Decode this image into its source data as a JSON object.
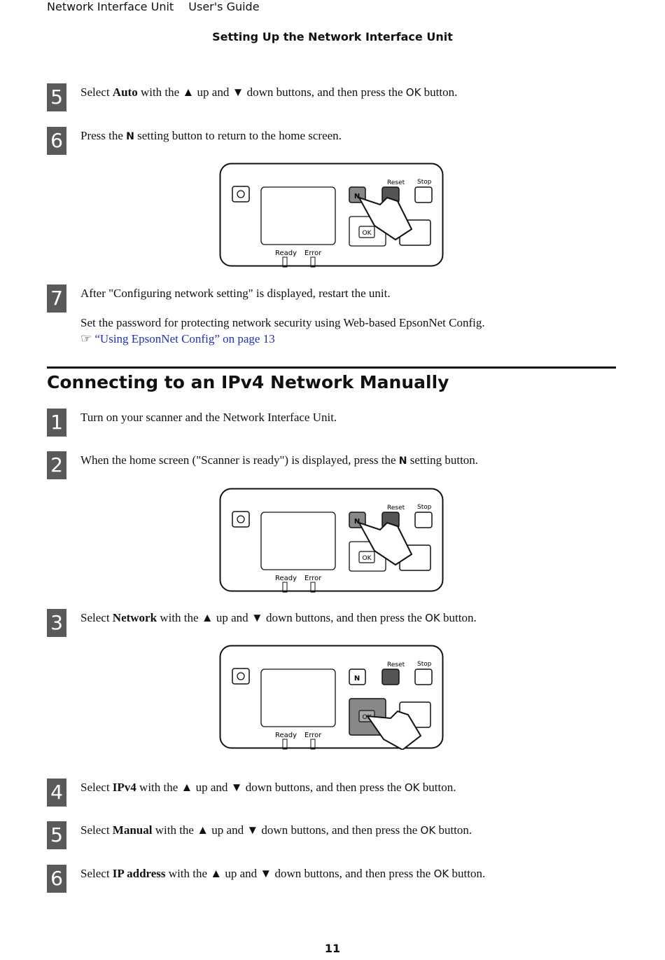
{
  "header": {
    "left": "Network Interface Unit",
    "right": "User's Guide",
    "section": "Setting Up the Network Interface Unit"
  },
  "panel_labels": {
    "reset": "Reset",
    "stop": "Stop",
    "ok": "OK",
    "ready": "Ready",
    "error": "Error"
  },
  "steps_a": [
    {
      "num": "5",
      "pre": "Select ",
      "bold": "Auto",
      "post": " with the ▲ up and ▼ down buttons, and then press the ",
      "ok": "OK",
      "end": " button."
    },
    {
      "num": "6",
      "pre": "Press the ",
      "icon": "N",
      "post": " setting button to return to the home screen."
    },
    {
      "num": "7",
      "line1": "After \"Configuring network setting\" is displayed, restart the unit.",
      "line2": "Set the password for protecting network security using Web-based EpsonNet Config.",
      "link": "“Using EpsonNet Config” on page 13"
    }
  ],
  "section_title": "Connecting to an IPv4 Network Manually",
  "steps_b": [
    {
      "num": "1",
      "text": "Turn on your scanner and the Network Interface Unit."
    },
    {
      "num": "2",
      "pre": "When the home screen (\"Scanner is ready\") is displayed, press the ",
      "icon": "N",
      "post": " setting button."
    },
    {
      "num": "3",
      "pre": "Select ",
      "bold": "Network",
      "post": " with the ▲ up and ▼ down buttons, and then press the ",
      "ok": "OK",
      "end": " button."
    },
    {
      "num": "4",
      "pre": "Select ",
      "bold": "IPv4",
      "post": " with the ▲ up and ▼ down buttons, and then press the ",
      "ok": "OK",
      "end": " button."
    },
    {
      "num": "5",
      "pre": "Select ",
      "bold": "Manual",
      "post": " with the ▲ up and ▼ down buttons, and then press the ",
      "ok": "OK",
      "end": " button."
    },
    {
      "num": "6",
      "pre": "Select ",
      "bold": "IP address",
      "post": " with the ▲ up and ▼ down buttons, and then press the ",
      "ok": "OK",
      "end": " button."
    }
  ],
  "page_number": "11"
}
